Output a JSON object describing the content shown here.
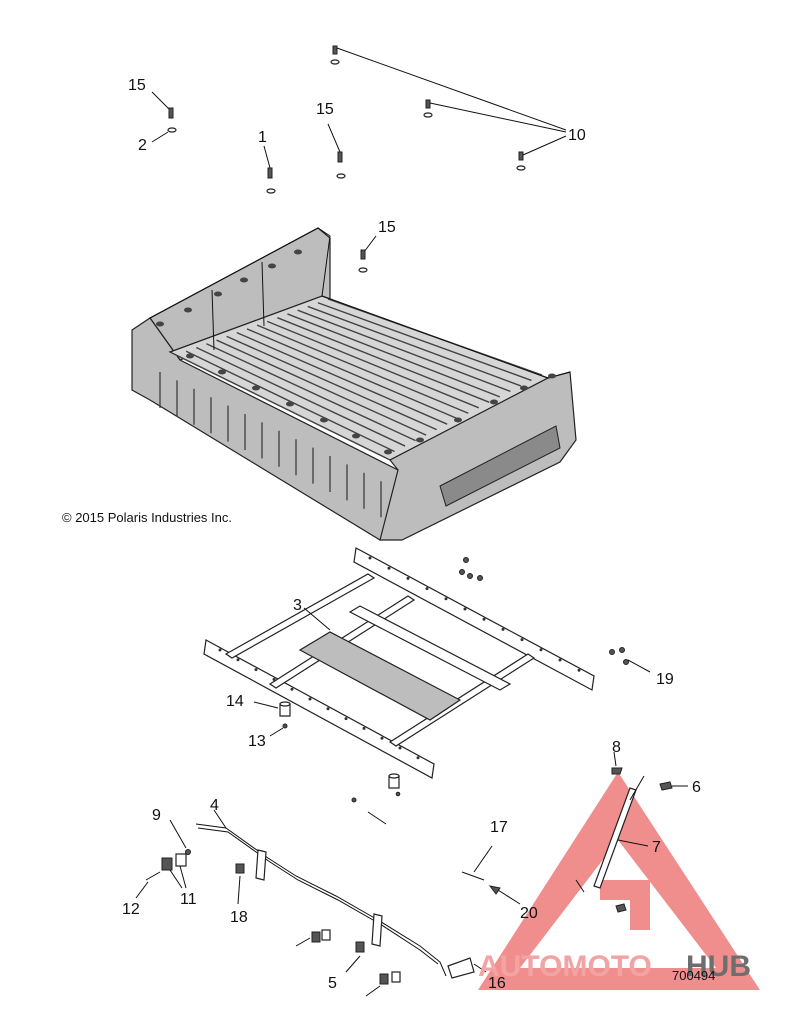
{
  "copyright": "© 2015 Polaris Industries Inc.",
  "part_number": "700494",
  "watermark": {
    "text_a": "AUTOMOTO",
    "text_b": "HUB",
    "color_a": "#f2a4a4",
    "color_b": "#6e6e6e",
    "logo_color": "#ee6b6b"
  },
  "callouts": {
    "c15a": "15",
    "c2": "2",
    "c1": "1",
    "c15b": "15",
    "c10": "10",
    "c15c": "15",
    "c3": "3",
    "c19": "19",
    "c14": "14",
    "c13": "13",
    "c8": "8",
    "c6": "6",
    "c7": "7",
    "c4": "4",
    "c9": "9",
    "c17": "17",
    "c12": "12",
    "c11": "11",
    "c18": "18",
    "c20": "20",
    "c5": "5",
    "c16": "16"
  }
}
